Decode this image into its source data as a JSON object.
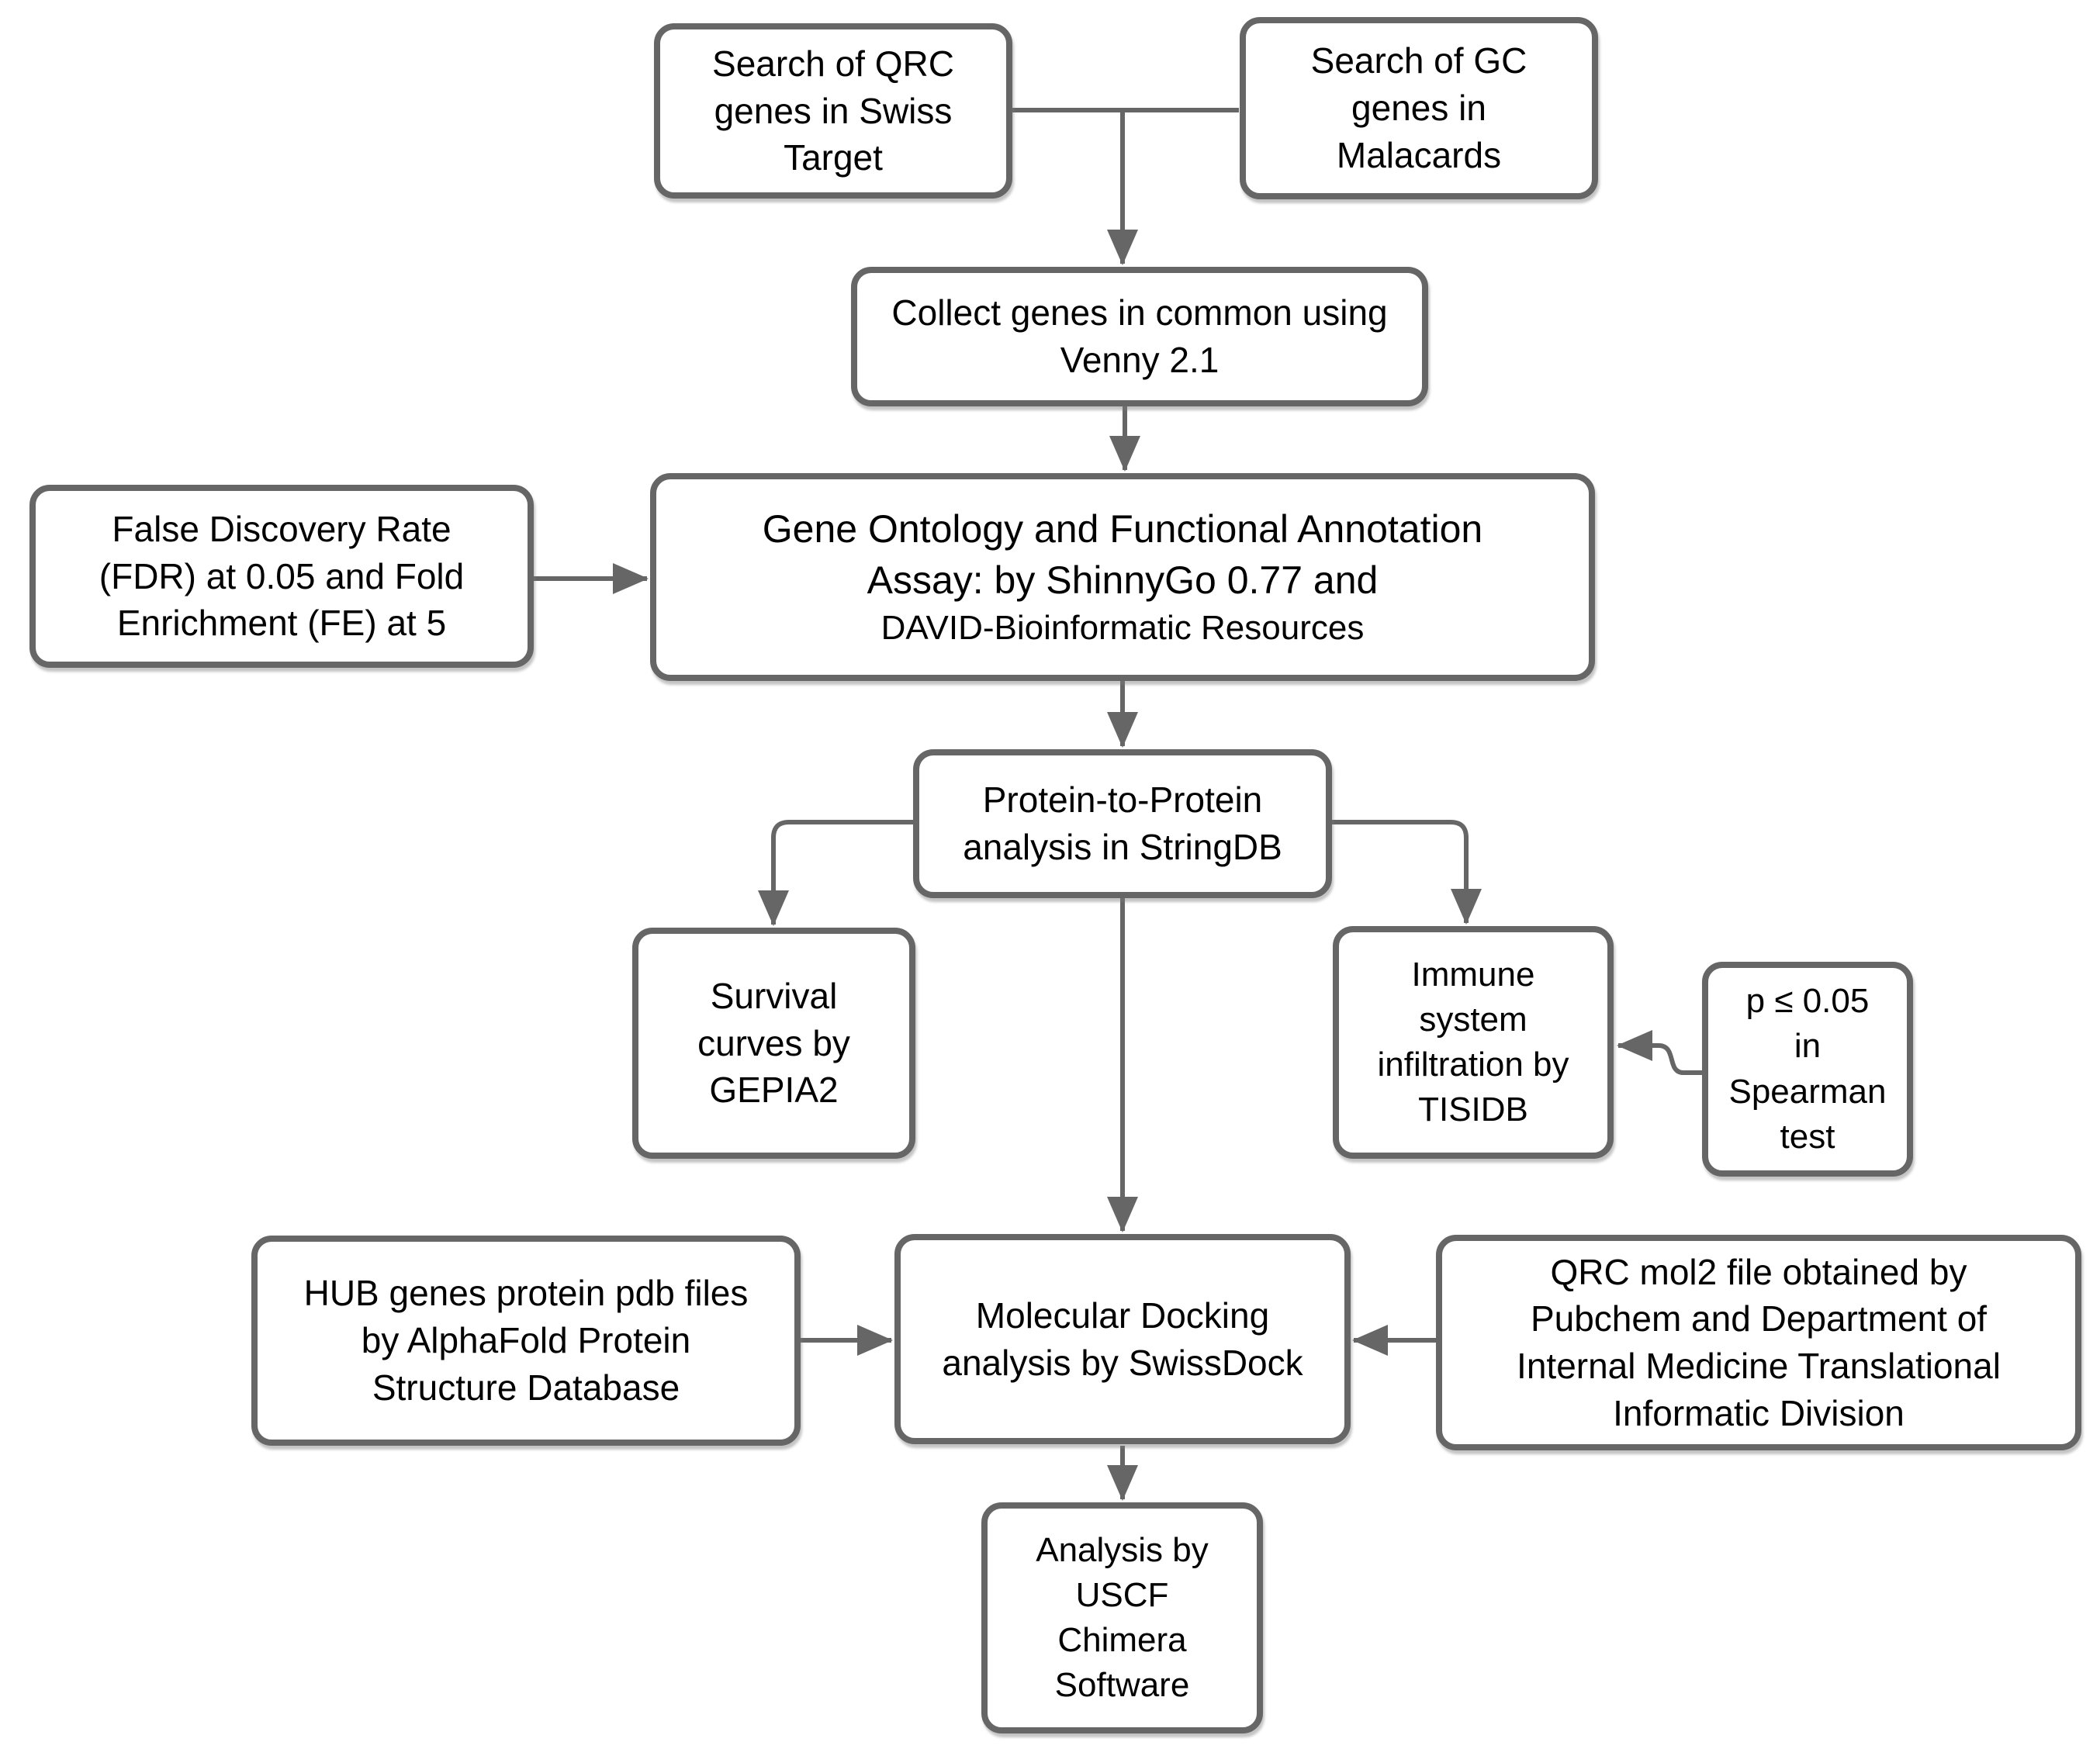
{
  "diagram": {
    "type": "flowchart",
    "colors": {
      "background": "#ffffff",
      "node_fill": "#ffffff",
      "node_border": "#666666",
      "connector": "#666666",
      "text": "#000000"
    },
    "nodes": {
      "qrc_search": {
        "label": "Search of QRC\ngenes in Swiss\nTarget"
      },
      "gc_search": {
        "label": "Search of GC\ngenes in\nMalacards"
      },
      "venny": {
        "label": "Collect genes in common using\nVenny 2.1"
      },
      "fdr": {
        "label": "False Discovery Rate\n(FDR) at 0.05 and Fold\nEnrichment (FE) at 5"
      },
      "go": {
        "label": "Gene Ontology and Functional Annotation\nAssay: by ShinnyGo 0.77 and",
        "sub_label": "DAVID-Bioinformatic Resources"
      },
      "stringdb": {
        "label": "Protein-to-Protein\nanalysis in StringDB"
      },
      "gepia2": {
        "label": "Survival\ncurves by\nGEPIA2"
      },
      "tisidb": {
        "label": "Immune\nsystem\ninfiltration by\nTISIDB"
      },
      "spearman": {
        "label": "p ≤ 0.05\nin\nSpearman\ntest"
      },
      "hub": {
        "label": "HUB genes protein pdb files\nby AlphaFold Protein\nStructure Database"
      },
      "md": {
        "label": "Molecular Docking\nanalysis by SwissDock"
      },
      "qrc_mol2": {
        "label": "QRC mol2 file obtained by\nPubchem and Department of\nInternal Medicine Translational\nInformatic Division"
      },
      "chimera": {
        "label": "Analysis by\nUSCF\nChimera\nSoftware"
      }
    },
    "edges": [
      {
        "from": "qrc_search",
        "to": "venny",
        "arrow": true
      },
      {
        "from": "gc_search",
        "to": "venny",
        "arrow": true
      },
      {
        "from": "venny",
        "to": "go",
        "arrow": true
      },
      {
        "from": "fdr",
        "to": "go",
        "arrow": true
      },
      {
        "from": "go",
        "to": "stringdb",
        "arrow": true
      },
      {
        "from": "stringdb",
        "to": "gepia2",
        "arrow": true
      },
      {
        "from": "stringdb",
        "to": "tisidb",
        "arrow": true
      },
      {
        "from": "stringdb",
        "to": "md",
        "arrow": true
      },
      {
        "from": "spearman",
        "to": "tisidb",
        "arrow": true
      },
      {
        "from": "hub",
        "to": "md",
        "arrow": true
      },
      {
        "from": "qrc_mol2",
        "to": "md",
        "arrow": true
      },
      {
        "from": "md",
        "to": "chimera",
        "arrow": true
      }
    ]
  }
}
